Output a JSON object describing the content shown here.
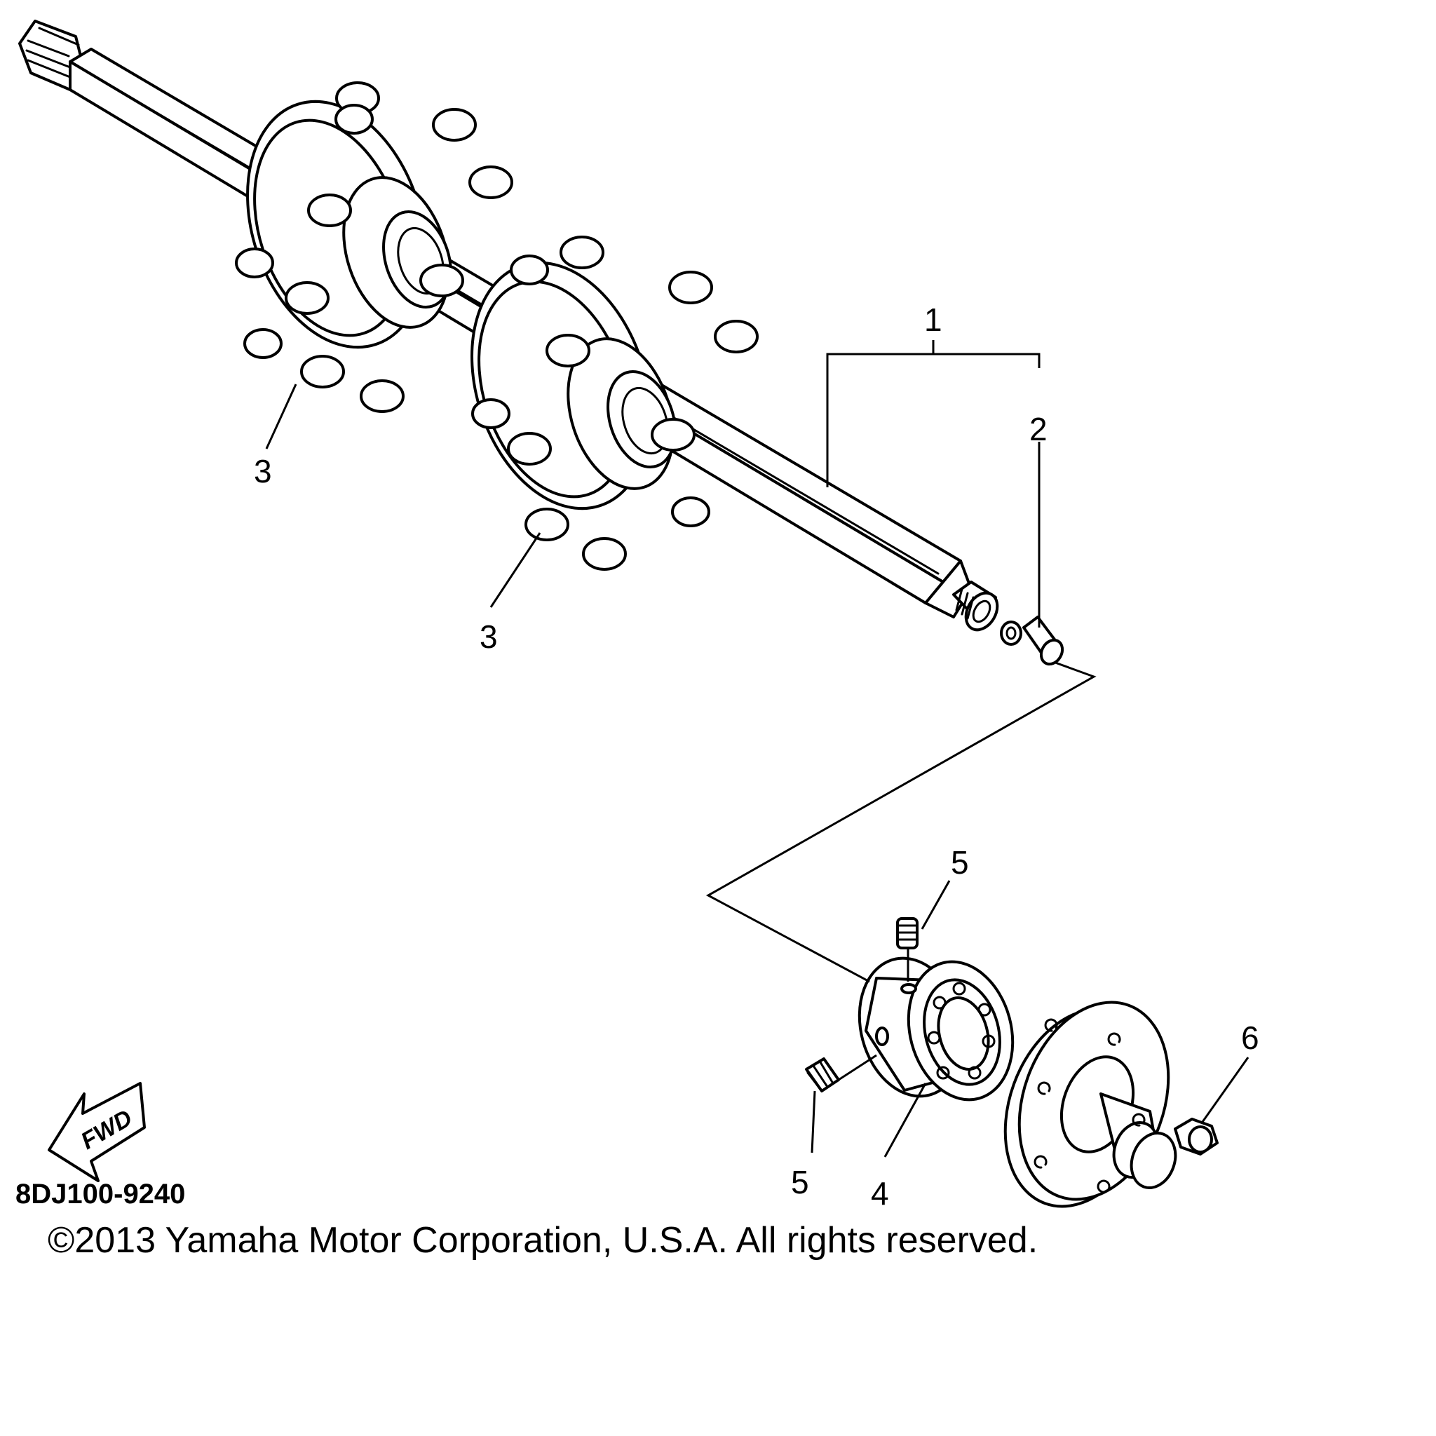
{
  "callouts": [
    {
      "id": "1",
      "label": "1"
    },
    {
      "id": "2",
      "label": "2"
    },
    {
      "id": "3a",
      "label": "3"
    },
    {
      "id": "3b",
      "label": "3"
    },
    {
      "id": "4",
      "label": "4"
    },
    {
      "id": "5a",
      "label": "5"
    },
    {
      "id": "5b",
      "label": "5"
    },
    {
      "id": "6",
      "label": "6"
    }
  ],
  "fwd_arrow": {
    "label": "FWD"
  },
  "diagram_code": "8DJ100-9240",
  "copyright": "©2013 Yamaha Motor Corporation, U.S.A. All rights reserved.",
  "colors": {
    "ink": "#000000",
    "paper": "#ffffff"
  }
}
